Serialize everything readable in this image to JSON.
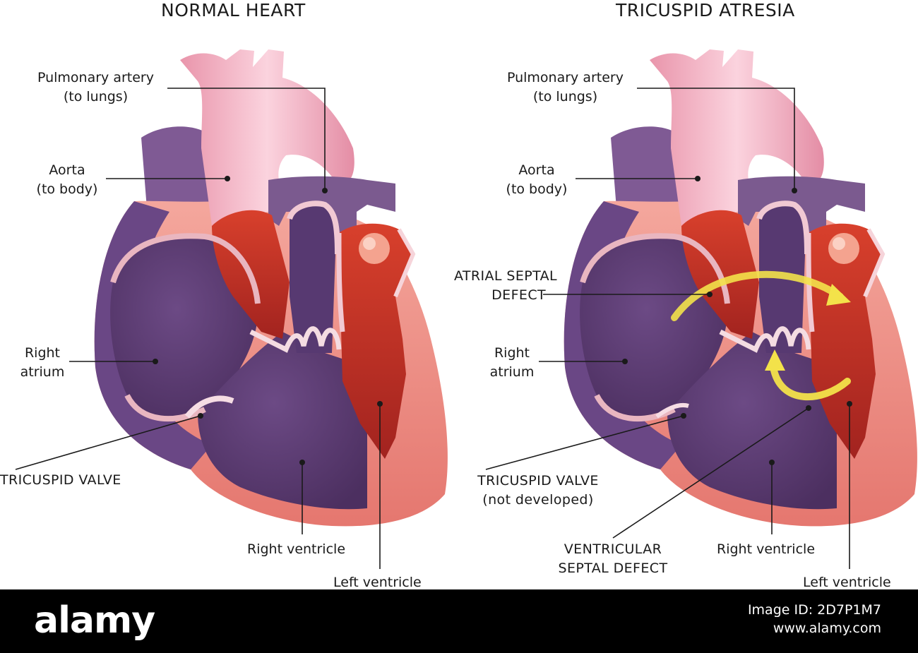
{
  "titles": {
    "left": "NORMAL HEART",
    "right": "TRICUSPID ATRESIA"
  },
  "left_labels": {
    "pulmonary_artery": [
      "Pulmonary artery",
      "(to lungs)"
    ],
    "aorta": [
      "Aorta",
      "(to body)"
    ],
    "right_atrium": [
      "Right",
      "atrium"
    ],
    "tricuspid_valve": "TRICUSPID VALVE",
    "right_ventricle": "Right ventricle",
    "left_ventricle": "Left ventricle"
  },
  "right_labels": {
    "pulmonary_artery": [
      "Pulmonary artery",
      "(to lungs)"
    ],
    "aorta": [
      "Aorta",
      "(to body)"
    ],
    "atrial_septal_defect": [
      "ATRIAL SEPTAL",
      "DEFECT"
    ],
    "right_atrium": [
      "Right",
      "atrium"
    ],
    "tricuspid_valve": [
      "TRICUSPID VALVE",
      "(not developed)"
    ],
    "ventricular_septal_defect": [
      "VENTRICULAR",
      "SEPTAL DEFECT"
    ],
    "right_ventricle": "Right ventricle",
    "left_ventricle": "Left ventricle"
  },
  "footer": {
    "brand": "alamy",
    "image_id_line": "Image ID: 2D7P1M7",
    "url": "www.alamy.com"
  },
  "colors": {
    "artery_pink": "#f2b3c4",
    "deoxygenated_purple": "#5e3d73",
    "oxygenated_red": "#c1322a",
    "myocardium_salmon": "#eb8d84",
    "flow_arrow_yellow": "#f3e24a"
  }
}
